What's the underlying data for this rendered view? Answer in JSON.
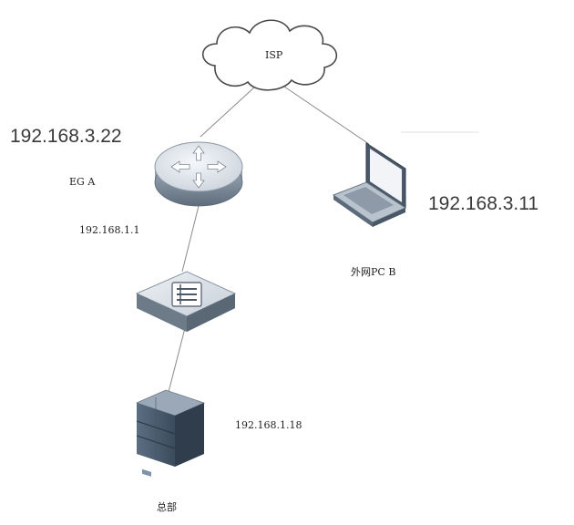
{
  "diagram": {
    "nodes": {
      "isp": {
        "label": "ISP",
        "icon": "cloud-icon"
      },
      "router": {
        "name": "EG A",
        "wan_ip": "192.168.3.22",
        "lan_ip": "192.168.1.1",
        "icon": "router-icon"
      },
      "switch": {
        "icon": "switch-icon"
      },
      "server": {
        "name": "总部",
        "ip": "192.168.1.18",
        "icon": "server-icon"
      },
      "laptop": {
        "name": "外网PC B",
        "ip": "192.168.3.11",
        "icon": "laptop-icon"
      }
    },
    "links": [
      {
        "from": "isp",
        "to": "router"
      },
      {
        "from": "isp",
        "to": "laptop"
      },
      {
        "from": "router",
        "to": "switch"
      },
      {
        "from": "switch",
        "to": "server"
      }
    ],
    "colors": {
      "device_top": "#e6eaef",
      "device_side": "#7f8c9a",
      "device_accent": "#3a4a5c",
      "line": "#8a8a8a"
    }
  }
}
